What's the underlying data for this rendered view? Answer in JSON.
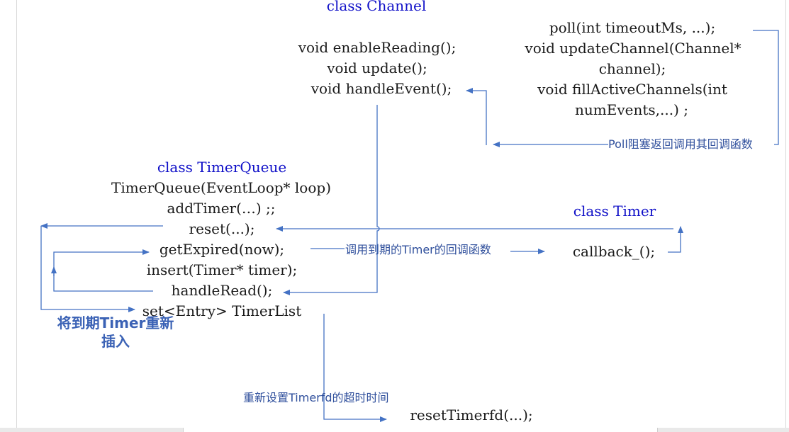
{
  "channel": {
    "title": "class Channel",
    "methods": [
      "void enableReading();",
      "void update();",
      "void handleEvent();"
    ]
  },
  "poller": {
    "lines": [
      "poll(int timeoutMs, ...);",
      "void updateChannel(Channel*",
      "channel);",
      "void fillActiveChannels(int",
      "numEvents,...) ;"
    ]
  },
  "timer_queue": {
    "title": "class TimerQueue",
    "lines": [
      "TimerQueue(EventLoop* loop)",
      "addTimer(…) ;;",
      "reset(...);",
      "getExpired(now);",
      "insert(Timer* timer);",
      "handleRead();",
      "set<Entry> TimerList"
    ]
  },
  "timer": {
    "title": "class Timer",
    "method": "callback_();"
  },
  "reset_timerfd": "resetTimerfd(...);",
  "notes": {
    "poll_return": "Poll阻塞返回调用其回调函数",
    "call_expired": "调用到期的Timer的回调函数",
    "reinsert_line1": "将到期Timer重新",
    "reinsert_line2": "插入",
    "reset_timeout": "重新设置Timerfd的超时时间"
  },
  "colors": {
    "keyword": "#1010c8",
    "arrow": "#4472c4",
    "note": "#2f4f9c",
    "text": "#1a1a1a"
  }
}
